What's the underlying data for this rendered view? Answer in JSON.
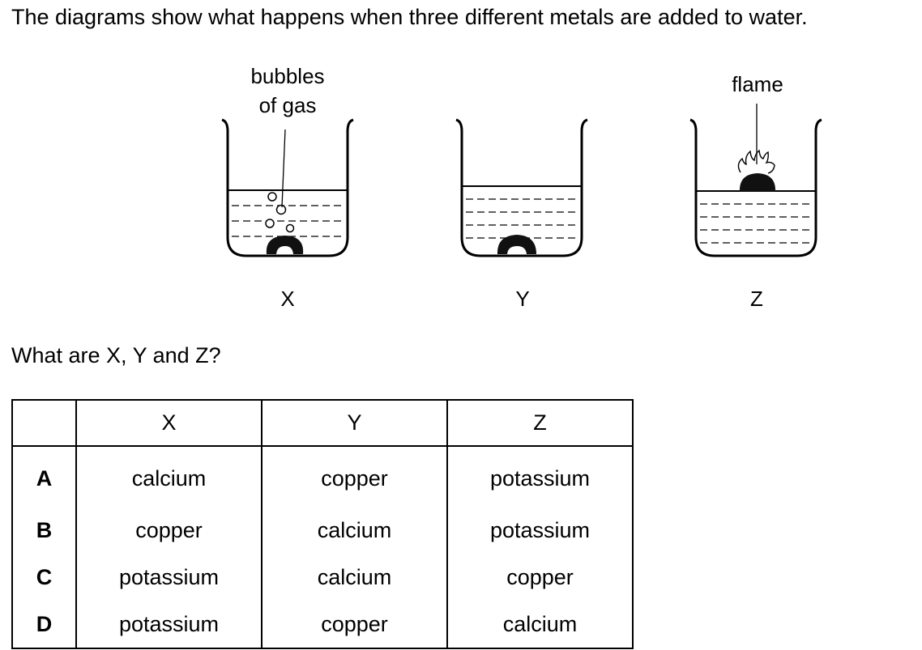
{
  "question": {
    "intro": "The diagrams show what happens when three different metals are added to water.",
    "prompt": "What are X, Y and Z?"
  },
  "diagram": {
    "labels": {
      "bubbles_line1": "bubbles",
      "bubbles_line2": "of gas",
      "flame": "flame"
    },
    "beakers": [
      {
        "id": "X",
        "label": "X"
      },
      {
        "id": "Y",
        "label": "Y"
      },
      {
        "id": "Z",
        "label": "Z"
      }
    ]
  },
  "table": {
    "headers": [
      "",
      "X",
      "Y",
      "Z"
    ],
    "rows": [
      {
        "key": "A",
        "x": "calcium",
        "y": "copper",
        "z": "potassium"
      },
      {
        "key": "B",
        "x": "copper",
        "y": "calcium",
        "z": "potassium"
      },
      {
        "key": "C",
        "x": "potassium",
        "y": "calcium",
        "z": "copper"
      },
      {
        "key": "D",
        "x": "potassium",
        "y": "copper",
        "z": "calcium"
      }
    ]
  }
}
